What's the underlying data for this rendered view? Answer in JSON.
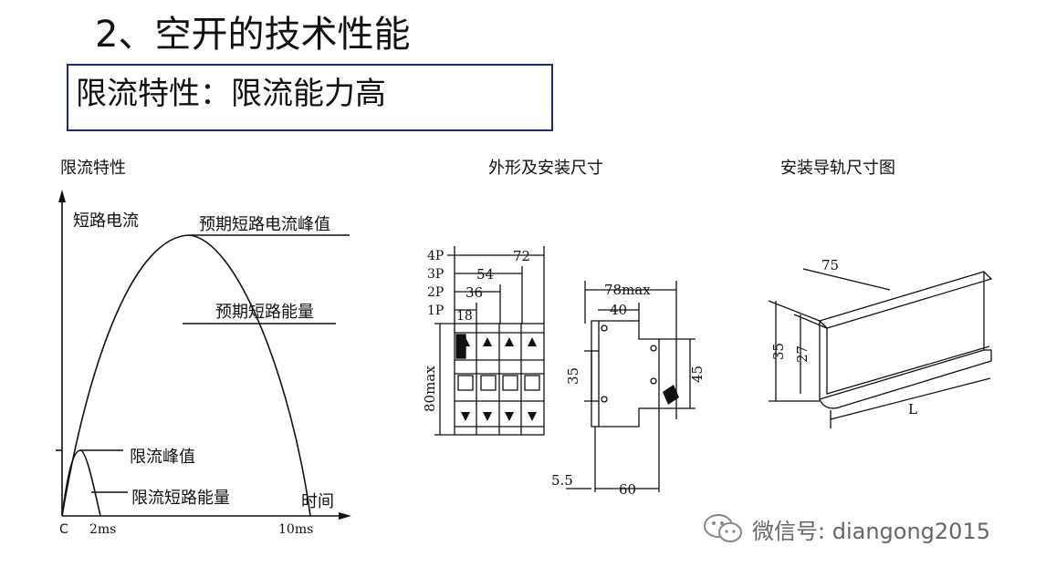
{
  "title": "2、空开的技术性能",
  "subtitle": "限流特性：限流能力高",
  "sections": {
    "curve": "限流特性",
    "dimensions": "外形及安装尺寸",
    "rail": "安装导轨尺寸图"
  },
  "curve": {
    "y_axis_label": "短路电流",
    "peak_label": "预期短路电流峰值",
    "energy_label": "预期短路能量",
    "limit_peak_label": "限流峰值",
    "limit_energy_label": "限流短路能量",
    "time_label": "时间",
    "origin": "C",
    "tick_2ms": "2ms",
    "tick_10ms": "10ms"
  },
  "front_view": {
    "poles": [
      "4P",
      "3P",
      "2P",
      "1P"
    ],
    "widths": [
      "72",
      "54",
      "36",
      "18"
    ],
    "height": "80max"
  },
  "side_view": {
    "depth": "78max",
    "top_step": "40",
    "left_height": "35",
    "right_height": "45",
    "base_offset": "5.5",
    "base_width": "60"
  },
  "rail": {
    "width": "75",
    "outer_height": "35",
    "inner_height": "27",
    "length": "L"
  },
  "watermark": "微信号: diangong2015"
}
